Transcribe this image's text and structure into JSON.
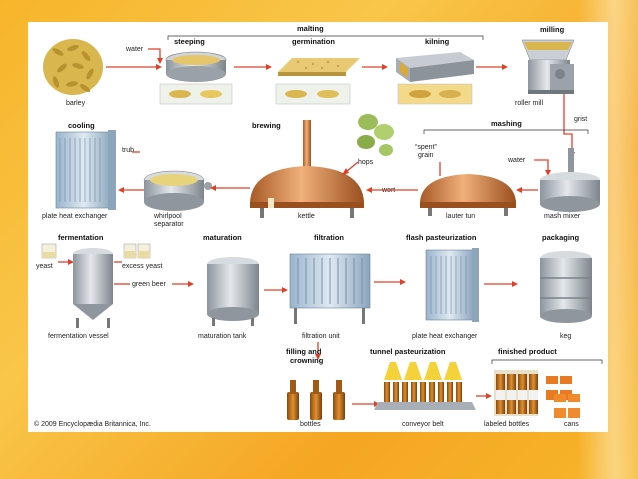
{
  "stages": {
    "malting": "malting",
    "milling": "milling",
    "steeping": "steeping",
    "germination": "germination",
    "kilning": "kilning",
    "brewing": "brewing",
    "mashing": "mashing",
    "cooling": "cooling",
    "fermentation": "fermentation",
    "maturation": "maturation",
    "filtration": "filtration",
    "flash_pasteurization": "flash pasteurization",
    "packaging": "packaging",
    "filling_crowning_1": "filling and",
    "filling_crowning_2": "crowning",
    "tunnel_pasteurization": "tunnel pasteurization",
    "finished_product": "finished product"
  },
  "labels": {
    "barley": "barley",
    "water1": "water",
    "roller_mill": "roller mill",
    "grist": "grist",
    "spent_grain_1": "“spent”",
    "spent_grain_2": "grain",
    "hops": "hops",
    "water2": "water",
    "wort": "wort",
    "trub": "trub",
    "plate_heat_exchanger": "plate heat exchanger",
    "whirlpool_1": "whirlpool",
    "whirlpool_2": "separator",
    "kettle": "kettle",
    "lauter_tun": "lauter tun",
    "mash_mixer": "mash mixer",
    "yeast": "yeast",
    "excess_yeast": "excess yeast",
    "green_beer": "green beer",
    "fermentation_vessel": "fermentation vessel",
    "maturation_tank": "maturation tank",
    "filtration_unit": "filtration unit",
    "plate_heat_exchanger_2": "plate heat exchanger",
    "keg": "keg",
    "bottles": "bottles",
    "conveyor_belt": "conveyor belt",
    "labeled_bottles": "labeled bottles",
    "cans": "cans"
  },
  "copyright": "© 2009 Encyclopædia Britannica, Inc.",
  "colors": {
    "arrow": "#e0402a",
    "steel": "#b8bec6",
    "copper": "#d9884a",
    "grain": "#d9b64e",
    "bottle": "#c8781e",
    "background": "#f7b52a"
  }
}
